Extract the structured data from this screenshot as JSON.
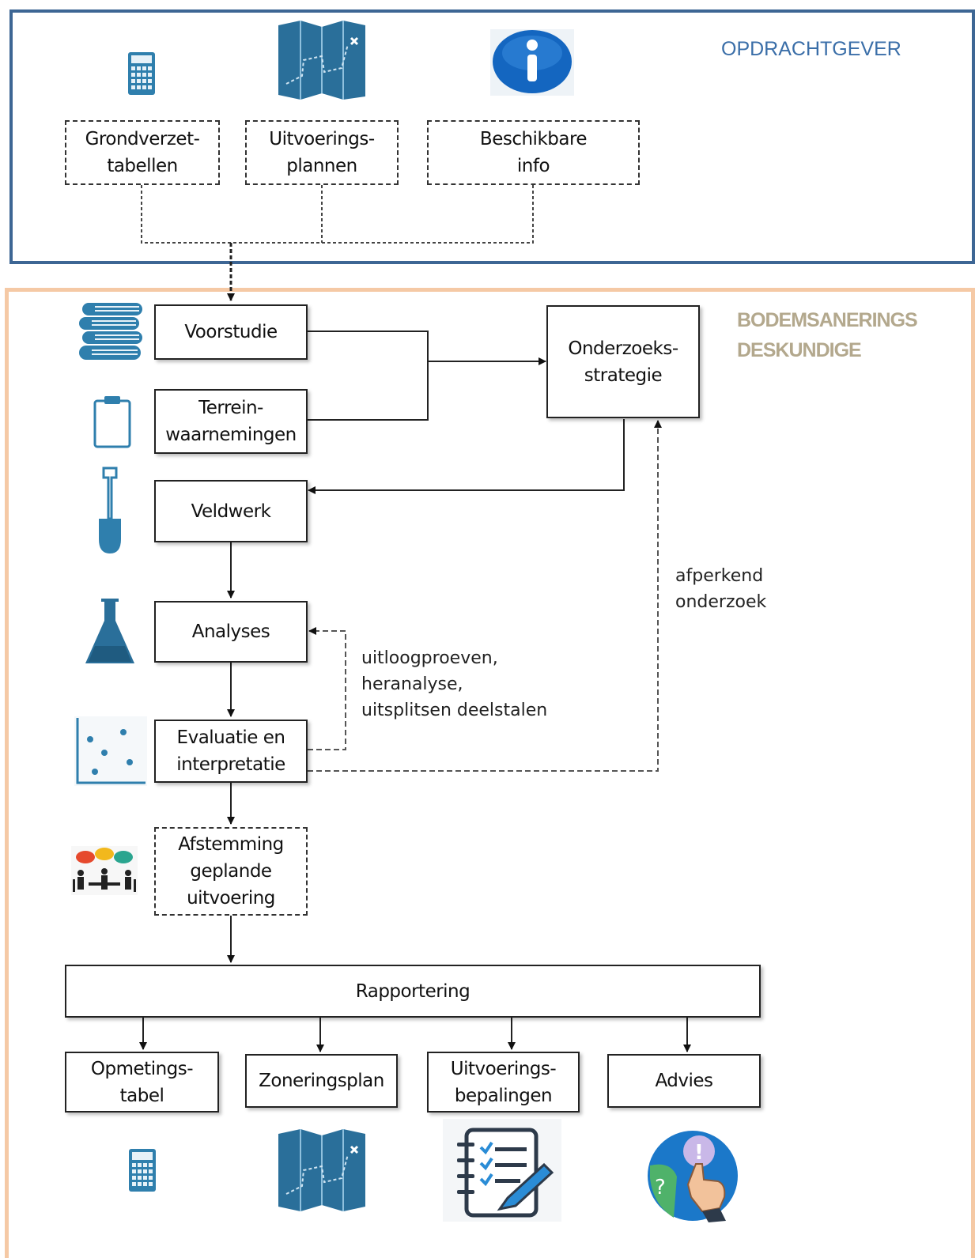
{
  "sections": {
    "client_title": "OPDRACHTGEVER",
    "expert_title": "BODEMSANERINGS\nDESKUNDIGE"
  },
  "client_inputs": {
    "earthwork_tables": "Grondverzet-\ntabellen",
    "execution_plans": "Uitvoerings-\nplannen",
    "available_info": "Beschikbare\ninfo"
  },
  "process": {
    "preliminary_study": "Voorstudie",
    "site_observations": "Terrein-\nwaarnemingen",
    "research_strategy": "Onderzoeks-\nstrategie",
    "fieldwork": "Veldwerk",
    "analyses": "Analyses",
    "evaluation": "Evaluatie en\ninterpretatie",
    "coordination": "Afstemming\ngeplande\nuitvoering",
    "reporting": "Rapportering"
  },
  "annotations": {
    "delineating_research": "afperkend\nonderzoek",
    "extra_lab": "uitloogproeven,\nheranalyse,\nuitsplitsen deelstalen"
  },
  "outputs": {
    "measurement_table": "Opmetings-\ntabel",
    "zoning_plan": "Zoneringsplan",
    "execution_provisions": "Uitvoerings-\nbepalingen",
    "advice": "Advies"
  },
  "colors": {
    "client_border": "#3d6694",
    "client_title": "#3a6ea8",
    "expert_border": "#f5c9a5",
    "expert_title": "#b3a88d",
    "icon_blue": "#2f7fad",
    "icon_dark_blue": "#2a6f9a"
  },
  "icons": {
    "top_left": "calculator-icon",
    "top_middle": "map-icon",
    "top_right": "info-icon",
    "preliminary_study": "books-icon",
    "site_observations": "clipboard-icon",
    "fieldwork": "shovel-icon",
    "analyses": "flask-icon",
    "evaluation": "scatter-plot-icon",
    "coordination": "meeting-icon",
    "out_table": "calculator-icon",
    "out_zoning": "map-icon",
    "out_provisions": "checklist-icon",
    "out_advice": "advice-hand-icon"
  }
}
